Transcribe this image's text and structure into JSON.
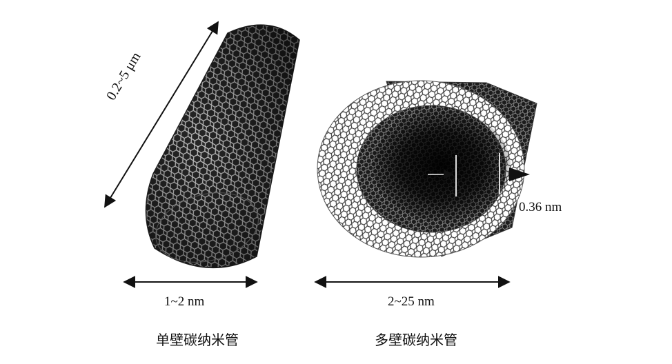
{
  "swnt": {
    "length_label": "0.2~5 μm",
    "diameter_label": "1~2 nm",
    "caption": "单壁碳纳米管"
  },
  "mwnt": {
    "diameter_label": "2~25 nm",
    "spacing_label": "0.36 nm",
    "caption": "多壁碳纳米管"
  },
  "colors": {
    "ink": "#111111",
    "tube_dark": "#1a1a1a",
    "tube_light": "#d6d6d6"
  }
}
